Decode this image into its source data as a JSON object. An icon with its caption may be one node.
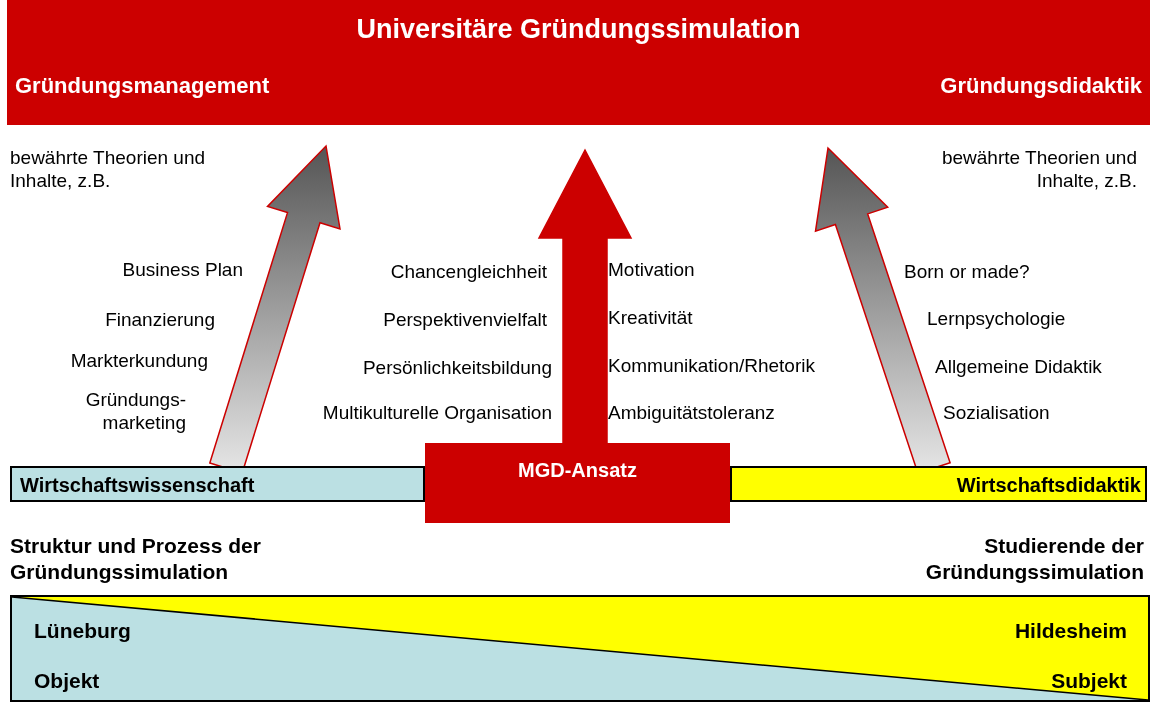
{
  "diagram": {
    "nodes": [
      {
        "text": [
          "Universitäre Gründungssimulation",
          "Gründungsmanagement",
          "Gründungsdidaktik"
        ]
      },
      {
        "text": [
          "Wirtschaftswissenschaft"
        ]
      },
      {
        "text": [
          "MGD-Ansatz"
        ]
      },
      {
        "text": [
          "Wirtschaftsdidaktik"
        ]
      },
      {
        "text": [
          "Lüneburg",
          "Objekt",
          "Hildesheim",
          "Subjekt"
        ]
      }
    ],
    "edges": [
      {
        "from": 1,
        "to": 0,
        "arrow": "to"
      },
      {
        "from": 2,
        "to": 0,
        "arrow": "to",
        "style": "thick",
        "color": "#cc0000"
      },
      {
        "from": 3,
        "to": 0,
        "arrow": "to"
      }
    ],
    "labels": [
      "bewährte Theorien und Inhalte, z.B.",
      "bewährte Theorien und Inhalte, z.B.",
      "Business Plan",
      "Chancengleichheit",
      "Motivation",
      "Born or made?",
      "Finanzierung",
      "Perspektivenvielfalt",
      "Kreativität",
      "Lernpsychologie",
      "Markterkundung",
      "Persönlichkeitsbildung",
      "Kommunikation/Rhetorik",
      "Allgemeine Didaktik",
      "Gründungs- marketing",
      "Multikulturelle Organisation",
      "Ambiguitätstoleranz",
      "Sozialisation",
      "Struktur und Prozess der Gründungssimulation",
      "Studierende der Gründungssimulation"
    ]
  }
}
